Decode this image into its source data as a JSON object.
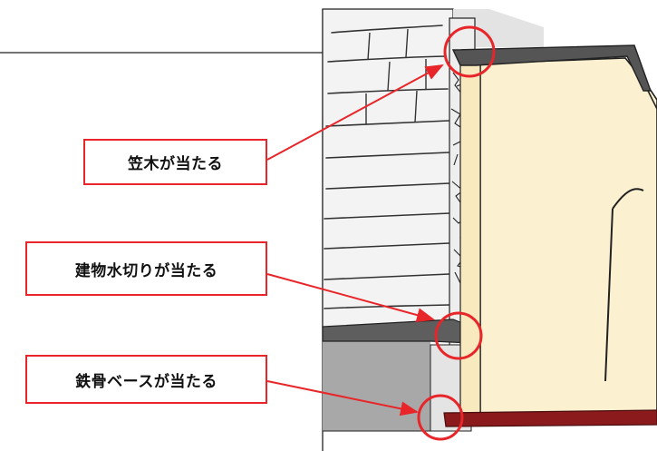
{
  "callouts": [
    {
      "label": "笠木が当たる"
    },
    {
      "label": "建物水切りが当たる"
    },
    {
      "label": "鉄骨ベースが当たる"
    }
  ],
  "colors": {
    "accent_red": "#e8262a",
    "house_wall": "#fbf1d0",
    "roof_trim": "#5c5c5c",
    "steel_base": "#8b1a1c",
    "siding": "#f2f2f2",
    "foundation": "#a9a9a9"
  }
}
